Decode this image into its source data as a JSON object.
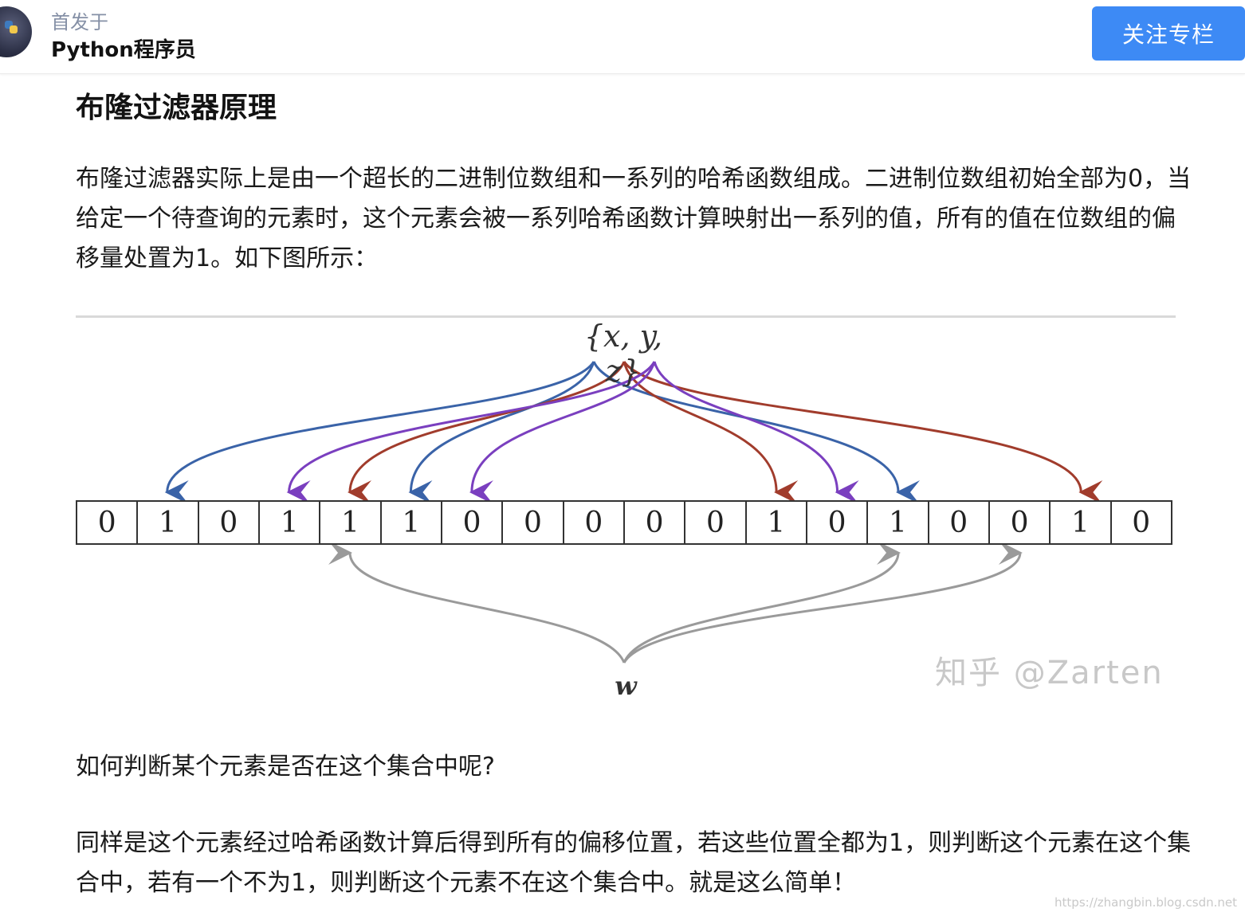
{
  "header": {
    "published_label": "首发于",
    "column_name": "Python程序员",
    "follow_button": "关注专栏"
  },
  "article": {
    "heading": "布隆过滤器原理",
    "paragraph1": "布隆过滤器实际上是由一个超长的二进制位数组和一系列的哈希函数组成。二进制位数组初始全部为0，当给定一个待查询的元素时，这个元素会被一系列哈希函数计算映射出一系列的值，所有的值在位数组的偏移量处置为1。如下图所示：",
    "paragraph2": "如何判断某个元素是否在这个集合中呢?",
    "paragraph3": "同样是这个元素经过哈希函数计算后得到所有的偏移位置，若这些位置全都为1，则判断这个元素在这个集合中，若有一个不为1，则判断这个元素不在这个集合中。就是这么简单！"
  },
  "figure": {
    "set_label": "{x, y, z}",
    "query_label": "w",
    "bits": [
      "0",
      "1",
      "0",
      "1",
      "1",
      "1",
      "0",
      "0",
      "0",
      "0",
      "0",
      "1",
      "0",
      "1",
      "0",
      "0",
      "1",
      "0"
    ],
    "watermark": "知乎 @Zarten",
    "arrows": {
      "x": {
        "color": "#3a63a8",
        "targets": [
          1,
          5,
          13
        ]
      },
      "y": {
        "color": "#a13c2c",
        "targets": [
          4,
          11,
          16
        ]
      },
      "z": {
        "color": "#7a3fbf",
        "targets": [
          3,
          6,
          12
        ]
      },
      "w": {
        "color": "#9a9a9a",
        "targets": [
          4,
          13,
          15
        ]
      }
    }
  },
  "footer": {
    "source_watermark": "https://zhangbin.blog.csdn.net"
  },
  "colors": {
    "accent": "#3d8af5",
    "muted": "#8590a6"
  }
}
